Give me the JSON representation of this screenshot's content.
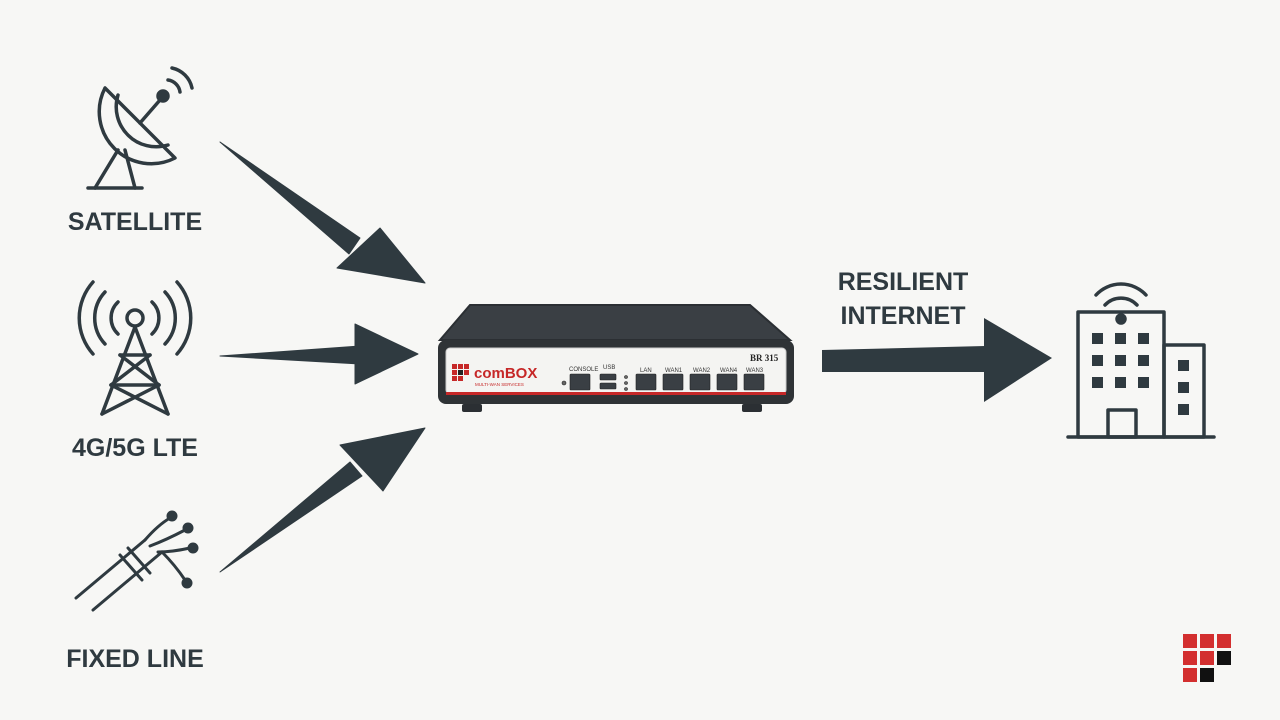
{
  "sources": [
    {
      "label": "SATELLITE",
      "icon": "satellite-dish-icon"
    },
    {
      "label": "4G/5G LTE",
      "icon": "cell-tower-icon"
    },
    {
      "label": "FIXED LINE",
      "icon": "fiber-optic-cable-icon"
    }
  ],
  "device": {
    "brand": "comBOX",
    "tagline": "MULTI-WAN SERVICES",
    "model": "BR 315",
    "port_labels": [
      "CONSOLE",
      "USB",
      "LAN",
      "WAN1",
      "WAN2",
      "WAN4",
      "WAN3"
    ]
  },
  "output": {
    "line1": "RESILIENT",
    "line2": "INTERNET",
    "icon": "office-building-wifi-icon"
  },
  "colors": {
    "ink": "#2f3a40",
    "accent_red": "#d32f2f",
    "background": "#f7f7f5"
  }
}
